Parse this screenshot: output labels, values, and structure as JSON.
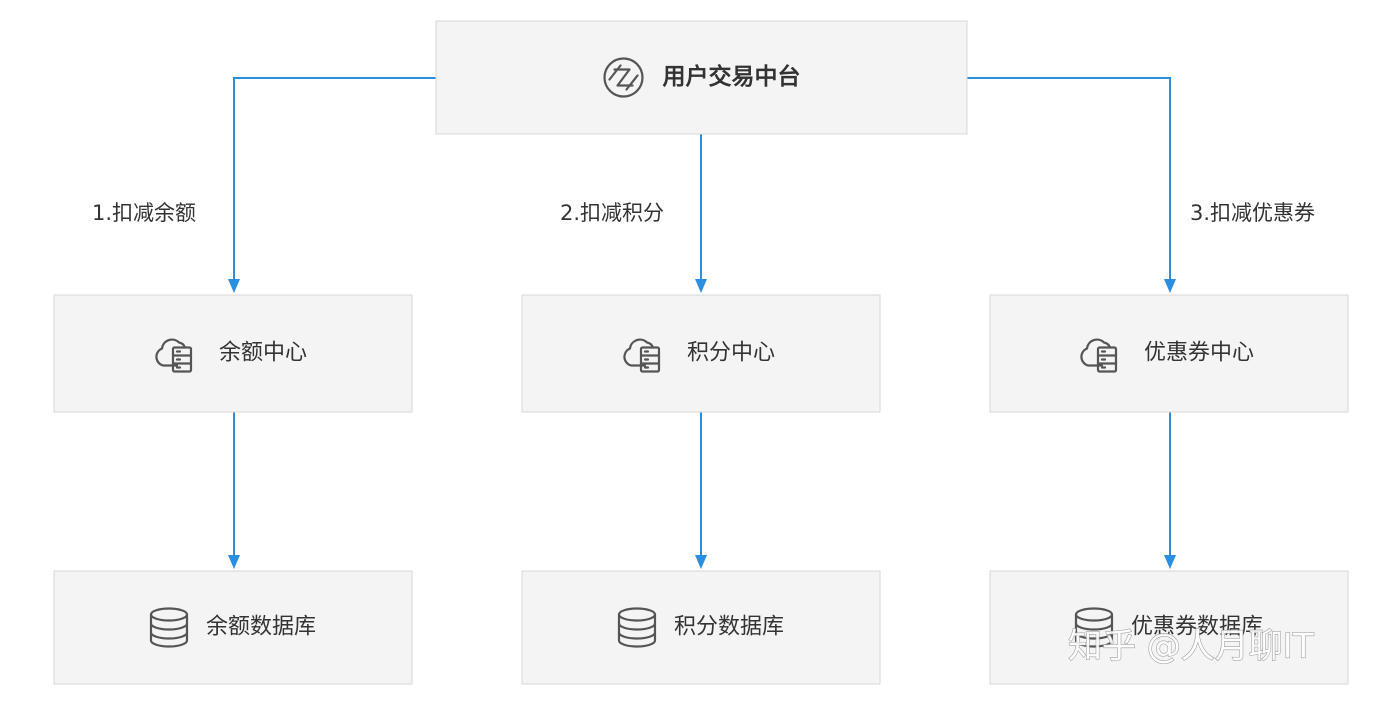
{
  "diagram": {
    "nodes": [
      {
        "id": "trade",
        "label": "用户交易中台",
        "icon": "zhongtai-logo-icon",
        "bold": true
      },
      {
        "id": "balance_center",
        "label": "余额中心",
        "icon": "cloud-server-icon"
      },
      {
        "id": "points_center",
        "label": "积分中心",
        "icon": "cloud-server-icon"
      },
      {
        "id": "coupon_center",
        "label": "优惠券中心",
        "icon": "cloud-server-icon"
      },
      {
        "id": "balance_db",
        "label": "余额数据库",
        "icon": "database-icon"
      },
      {
        "id": "points_db",
        "label": "积分数据库",
        "icon": "database-icon"
      },
      {
        "id": "coupon_db",
        "label": "优惠券数据库",
        "icon": "database-icon"
      }
    ],
    "edges": [
      {
        "from": "trade",
        "to": "balance_center",
        "label": "1.扣减余额"
      },
      {
        "from": "trade",
        "to": "points_center",
        "label": "2.扣减积分"
      },
      {
        "from": "trade",
        "to": "coupon_center",
        "label": "3.扣减优惠券"
      },
      {
        "from": "balance_center",
        "to": "balance_db",
        "label": ""
      },
      {
        "from": "points_center",
        "to": "points_db",
        "label": ""
      },
      {
        "from": "coupon_center",
        "to": "coupon_db",
        "label": ""
      }
    ],
    "colors": {
      "edge": "#2a8fe0",
      "box_fill": "#f4f4f5",
      "box_border": "#d8d8d8",
      "text": "#333333"
    }
  },
  "watermark": {
    "text": "知乎 @人月聊IT"
  }
}
